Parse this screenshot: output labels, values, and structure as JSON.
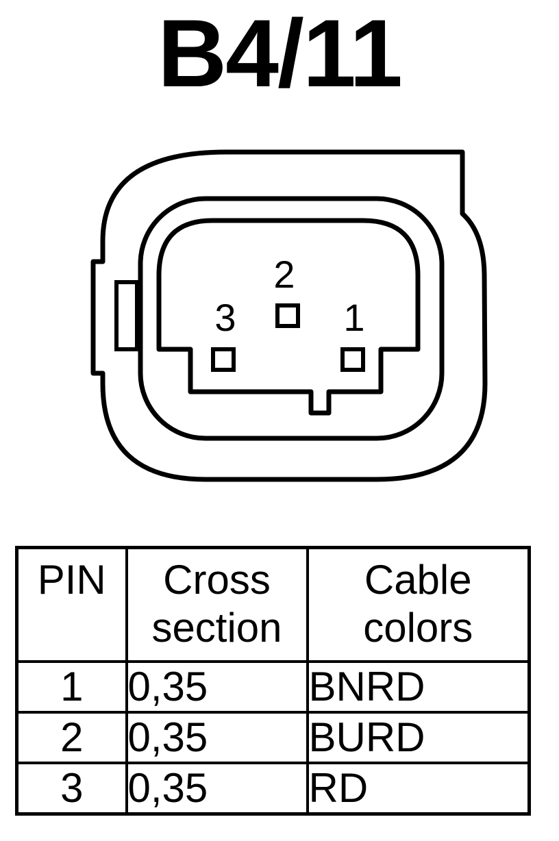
{
  "title": "B4/11",
  "connector": {
    "pins": [
      {
        "number": "1"
      },
      {
        "number": "2"
      },
      {
        "number": "3"
      }
    ]
  },
  "table": {
    "headers": {
      "pin": "PIN",
      "cross_section_line1": "Cross",
      "cross_section_line2": "section",
      "cable_colors_line1": "Cable",
      "cable_colors_line2": "colors"
    },
    "rows": [
      {
        "pin": "1",
        "cross_section": "0,35",
        "cable_color": "BNRD"
      },
      {
        "pin": "2",
        "cross_section": "0,35",
        "cable_color": "BURD"
      },
      {
        "pin": "3",
        "cross_section": "0,35",
        "cable_color": "RD"
      }
    ]
  }
}
